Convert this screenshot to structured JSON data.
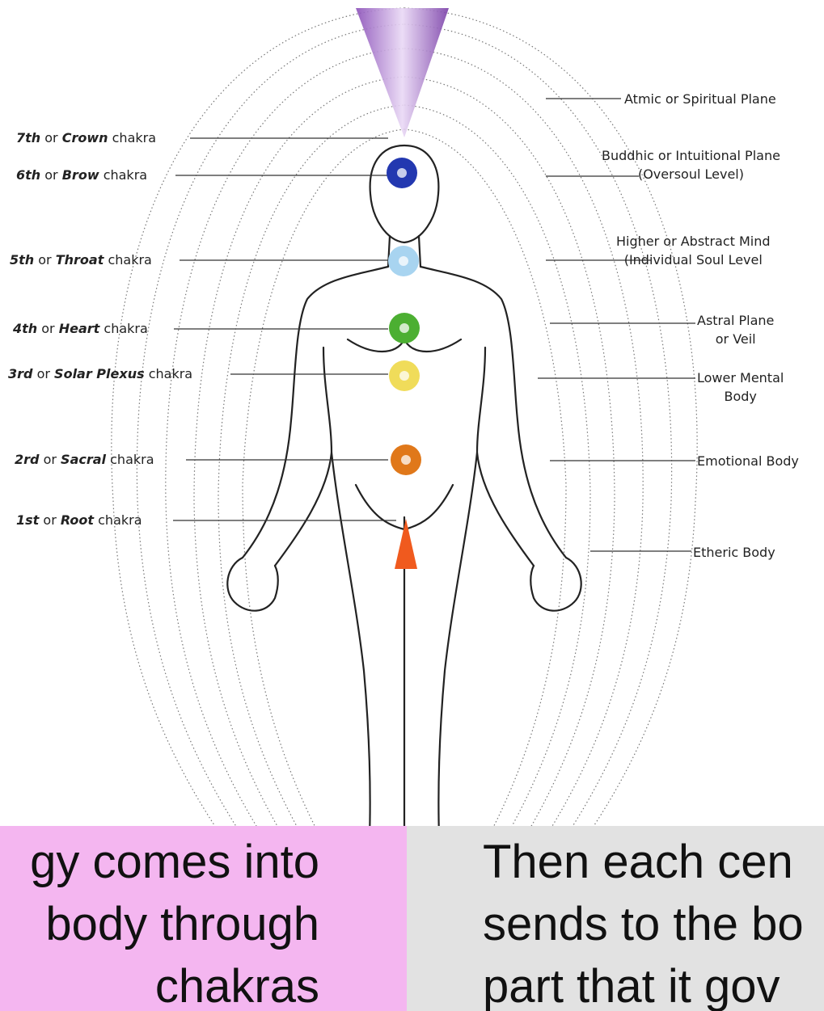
{
  "chakras": [
    {
      "num": "7th",
      "name": "Crown",
      "suffix": "chakra",
      "color": "#9a6cc8"
    },
    {
      "num": "6th",
      "name": "Brow",
      "suffix": "chakra",
      "color": "#2338b0"
    },
    {
      "num": "5th",
      "name": "Throat",
      "suffix": "chakra",
      "color": "#a8d4f0"
    },
    {
      "num": "4th",
      "name": "Heart",
      "suffix": "chakra",
      "color": "#4caf32"
    },
    {
      "num": "3rd",
      "name": "Solar Plexus",
      "suffix": "chakra",
      "color": "#f0dc5a"
    },
    {
      "num": "2rd",
      "name": "Sacral",
      "suffix": "chakra",
      "color": "#e0781a"
    },
    {
      "num": "1st",
      "name": "Root",
      "suffix": "chakra",
      "color": "#f05a1e"
    }
  ],
  "connector": "or",
  "planes": [
    {
      "line1": "Atmic or Spiritual Plane",
      "line2": ""
    },
    {
      "line1": "Buddhic or Intuitional Plane",
      "line2": "(Oversoul Level)"
    },
    {
      "line1": "Higher or Abstract Mind",
      "line2": "(Individual Soul Level"
    },
    {
      "line1": "Astral Plane",
      "line2": "or Veil"
    },
    {
      "line1": "Lower Mental",
      "line2": "Body"
    },
    {
      "line1": "Emotional Body",
      "line2": ""
    },
    {
      "line1": "Etheric Body",
      "line2": ""
    }
  ],
  "captions": {
    "left": [
      "gy comes into",
      "body through",
      "chakras"
    ],
    "right": [
      "Then each cen",
      "sends to the bo",
      "part that it gov"
    ],
    "left_bg": "#f4b6f0",
    "right_bg": "#e2e2e2"
  }
}
